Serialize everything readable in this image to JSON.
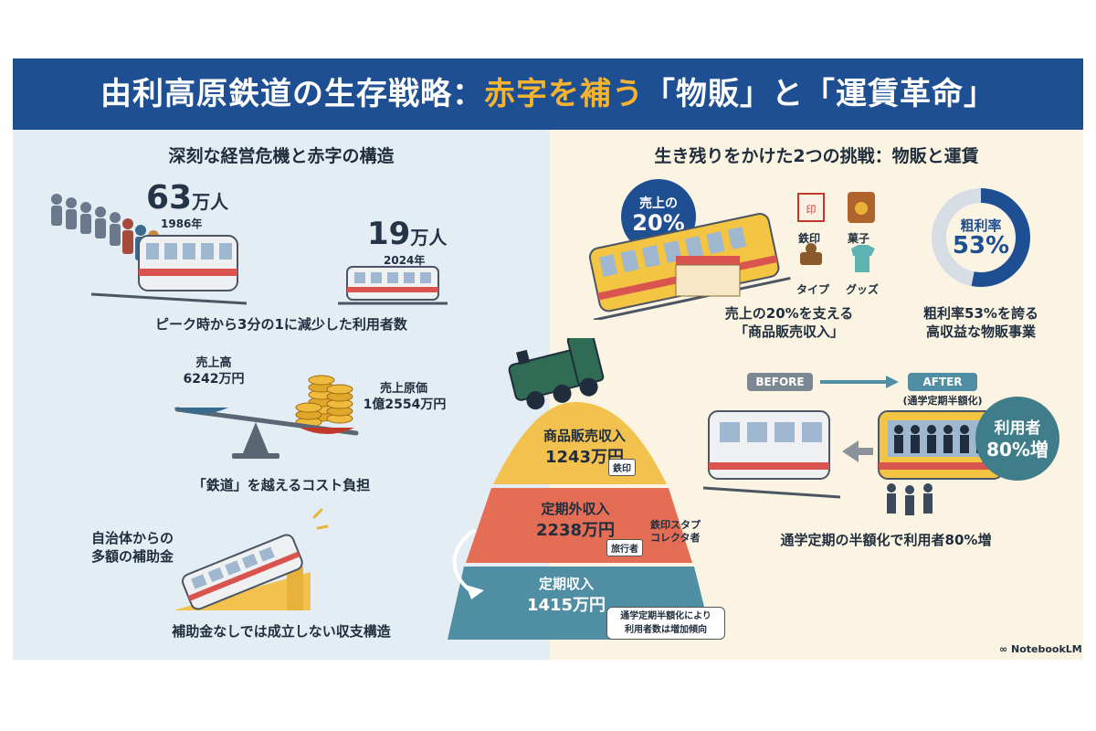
{
  "header": {
    "title_part1": "由利高原鉄道の生存戦略：",
    "title_part2": "赤字を補う",
    "title_part3": "「物販」と「運賃革命」"
  },
  "left": {
    "section_title": "深刻な経営危機と赤字の構造",
    "ridership": {
      "peak_value": "63",
      "peak_unit": "万人",
      "peak_year": "1986年",
      "now_value": "19",
      "now_unit": "万人",
      "now_year": "2024年",
      "caption": "ピーク時から3分の1に減少した利用者数"
    },
    "balance": {
      "revenue_label": "売上高",
      "revenue_value": "6242万円",
      "cost_label": "売上原価",
      "cost_value": "1億2554万円",
      "caption": "「鉄道」を越えるコスト負担"
    },
    "subsidy": {
      "note_line1": "自治体からの",
      "note_line2": "多額の補助金",
      "caption": "補助金なしでは成立しない収支構造"
    }
  },
  "right": {
    "section_title": "生き残りをかけた2つの挑戦：物販と運賃",
    "sales": {
      "badge_line1": "売上の",
      "badge_line2": "20%",
      "products": [
        "鉄印",
        "菓子",
        "タイプ",
        "グッズ"
      ],
      "caption_line1": "売上の20%を支える",
      "caption_line2": "「商品販売収入」"
    },
    "margin": {
      "label": "粗利率",
      "value": "53%",
      "ratio": 0.53,
      "caption_line1": "粗利率53%を誇る",
      "caption_line2": "高収益な物販事業"
    },
    "pyramid": {
      "tiers": [
        {
          "label": "商品販売収入",
          "value": "1243万円",
          "tag": "鉄印"
        },
        {
          "label": "定期外収入",
          "value": "2238万円",
          "tag": "旅行者",
          "tag2_line1": "鉄印スタプ",
          "tag2_line2": "コレクタ者"
        },
        {
          "label": "定期収入",
          "value": "1415万円"
        }
      ],
      "note_line1": "通学定期半額化により",
      "note_line2": "利用者数は増加傾向"
    },
    "fare": {
      "before": "BEFORE",
      "after": "AFTER",
      "after_sub": "(通学定期半額化)",
      "badge_line1": "利用者",
      "badge_line2": "80%増",
      "caption": "通学定期の半額化で利用者80%増"
    },
    "brand": "NotebookLM"
  },
  "colors": {
    "title_bg": "#1f4f93",
    "accent": "#f5b430",
    "left_bg": "#e4edf4",
    "right_bg": "#fbf4e2",
    "badge_blue": "#1f4f93",
    "badge_teal": "#3f7d8a",
    "tier_top": "#f2c14e",
    "tier_mid": "#e46e55",
    "tier_bottom": "#4f8ea3"
  }
}
